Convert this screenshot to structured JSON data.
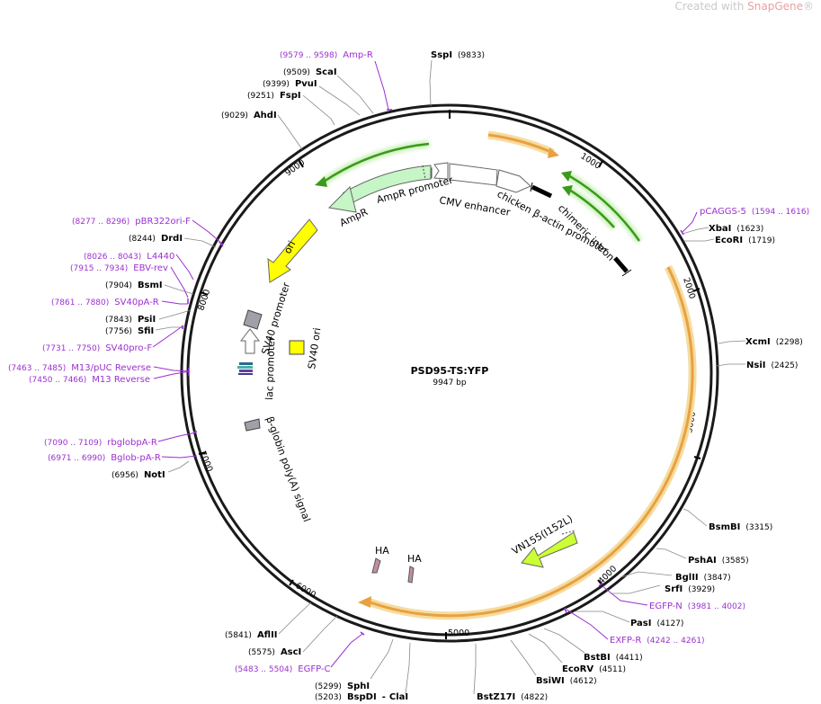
{
  "watermark": {
    "prefix": "Created with ",
    "brand": "SnapGene",
    "reg": "®"
  },
  "plasmid": {
    "name": "PSD95-TS:YFP",
    "length_label": "9947 bp",
    "length": 9947
  },
  "ticks": [
    "1000",
    "2000",
    "3000",
    "4000",
    "5000",
    "6000",
    "7000",
    "8000",
    "9000"
  ],
  "sites": [
    {
      "name": "SspI",
      "pos": "(9833)"
    },
    {
      "name": "ScaI",
      "pos": "(9509)"
    },
    {
      "name": "PvuI",
      "pos": "(9399)"
    },
    {
      "name": "FspI",
      "pos": "(9251)"
    },
    {
      "name": "AhdI",
      "pos": "(9029)"
    },
    {
      "name": "DrdI",
      "pos": "(8244)"
    },
    {
      "name": "BsmI",
      "pos": "(7904)"
    },
    {
      "name": "PsiI",
      "pos": "(7843)"
    },
    {
      "name": "SfiI",
      "pos": "(7756)"
    },
    {
      "name": "NotI",
      "pos": "(6956)"
    },
    {
      "name": "AflII",
      "pos": "(5841)"
    },
    {
      "name": "AscI",
      "pos": "(5575)"
    },
    {
      "name": "SphI",
      "pos": "(5299)"
    },
    {
      "name": "BspDI",
      "pos": "(5203)"
    },
    {
      "name": "ClaI",
      "pos": ""
    },
    {
      "name": "BstZ17I",
      "pos": "(4822)"
    },
    {
      "name": "BsiWI",
      "pos": "(4612)"
    },
    {
      "name": "EcoRV",
      "pos": "(4511)"
    },
    {
      "name": "BstBI",
      "pos": "(4411)"
    },
    {
      "name": "PasI",
      "pos": "(4127)"
    },
    {
      "name": "SrfI",
      "pos": "(3929)"
    },
    {
      "name": "BglII",
      "pos": "(3847)"
    },
    {
      "name": "PshAI",
      "pos": "(3585)"
    },
    {
      "name": "BsmBI",
      "pos": "(3315)"
    },
    {
      "name": "NsiI",
      "pos": "(2425)"
    },
    {
      "name": "XcmI",
      "pos": "(2298)"
    },
    {
      "name": "EcoRI",
      "pos": "(1719)"
    },
    {
      "name": "XbaI",
      "pos": "(1623)"
    }
  ],
  "primers": [
    {
      "name": "Amp-R",
      "pos": "(9579 .. 9598)"
    },
    {
      "name": "pBR322ori-F",
      "pos": "(8277 .. 8296)"
    },
    {
      "name": "L4440",
      "pos": "(8026 .. 8043)"
    },
    {
      "name": "EBV-rev",
      "pos": "(7915 .. 7934)"
    },
    {
      "name": "SV40pA-R",
      "pos": "(7861 .. 7880)"
    },
    {
      "name": "SV40pro-F",
      "pos": "(7731 .. 7750)"
    },
    {
      "name": "M13/pUC Reverse",
      "pos": "(7463 .. 7485)"
    },
    {
      "name": "M13 Reverse",
      "pos": "(7450 .. 7466)"
    },
    {
      "name": "rbglobpA-R",
      "pos": "(7090 .. 7109)"
    },
    {
      "name": "Bglob-pA-R",
      "pos": "(6971 .. 6990)"
    },
    {
      "name": "EGFP-C",
      "pos": "(5483 .. 5504)"
    },
    {
      "name": "EXFP-R",
      "pos": "(4242 .. 4261)"
    },
    {
      "name": "EGFP-N",
      "pos": "(3981 .. 4002)"
    },
    {
      "name": "pCAGGS-5",
      "pos": "(1594 .. 1616)"
    }
  ],
  "features": {
    "cmv_enhancer": "CMV enhancer",
    "chicken_actin": "chicken β-actin promoter",
    "chimeric_intron": "chimeric intron",
    "ampr_promoter": "AmpR promoter",
    "ampr": "AmpR",
    "ori": "ori",
    "sv40_promoter": "SV40 promoter",
    "sv40_ori": "SV40 ori",
    "lac_promoter": "lac promoter",
    "bglobin_polya": "β-globin poly(A) signal",
    "vn155": "VN155(I152L)",
    "ha1": "HA",
    "ha2": "HA"
  },
  "colors": {
    "backbone": "#1a1a1a",
    "primer": "#9b30d0",
    "ampr": "#c6f5c6",
    "ori": "#ffff00",
    "orf": "#e9a040",
    "vn155": "#ccff33",
    "green_arrow": "#3a9a1a",
    "gray_feature": "#a0a0a8"
  }
}
